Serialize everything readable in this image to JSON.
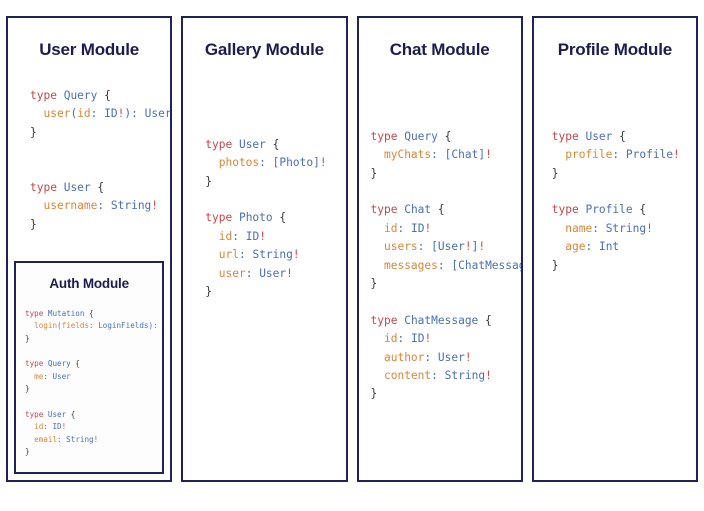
{
  "page": {
    "background": "#ffffff",
    "border_color": "#20225c",
    "title_color": "#1c1d4e"
  },
  "syntax_colors": {
    "keyword": "#c2484d",
    "type_name": "#4a6fb5",
    "field_name": "#d98639",
    "punctuation": "#4a6fb5",
    "brace": "#3b3b3b",
    "non_null_bang": "#d04a4a"
  },
  "modules": [
    {
      "id": "user-module",
      "title": "User Module",
      "code": "type Query {\n  user(id: ID!): User\n}\n\n\ntype User {\n  username: String!\n}",
      "lines": [
        "type Query {",
        "  user(id: ID!): User",
        "}",
        "",
        "",
        "type User {",
        "  username: String!",
        "}"
      ],
      "nested": {
        "id": "auth-module",
        "title": "Auth Module",
        "code": "type Mutation {\n  login(fields: LoginFields): User\n}\n\ntype Query {\n  me: User\n}\n\ntype User {\n  id: ID!\n  email: String!\n}",
        "lines": [
          "type Mutation {",
          "  login(fields: LoginFields): User",
          "}",
          "",
          "type Query {",
          "  me: User",
          "}",
          "",
          "type User {",
          "  id: ID!",
          "  email: String!",
          "}"
        ]
      }
    },
    {
      "id": "gallery-module",
      "title": "Gallery Module",
      "code": "type User {\n  photos: [Photo]!\n}\n\ntype Photo {\n  id: ID!\n  url: String!\n  user: User!\n}",
      "lines": [
        "type User {",
        "  photos: [Photo]!",
        "}",
        "",
        "type Photo {",
        "  id: ID!",
        "  url: String!",
        "  user: User!",
        "}"
      ],
      "nested": null
    },
    {
      "id": "chat-module",
      "title": "Chat Module",
      "code": "type Query {\n  myChats: [Chat]!\n}\n\ntype Chat {\n  id: ID!\n  users: [User!]!\n  messages: [ChatMessage]!\n}\n\ntype ChatMessage {\n  id: ID!\n  author: User!\n  content: String!\n}",
      "lines": [
        "type Query {",
        "  myChats: [Chat]!",
        "}",
        "",
        "type Chat {",
        "  id: ID!",
        "  users: [User!]!",
        "  messages: [ChatMessage]!",
        "}",
        "",
        "type ChatMessage {",
        "  id: ID!",
        "  author: User!",
        "  content: String!",
        "}"
      ],
      "nested": null
    },
    {
      "id": "profile-module",
      "title": "Profile Module",
      "code": "type User {\n  profile: Profile!\n}\n\ntype Profile {\n  name: String!\n  age: Int\n}",
      "lines": [
        "type User {",
        "  profile: Profile!",
        "}",
        "",
        "type Profile {",
        "  name: String!",
        "  age: Int",
        "}"
      ],
      "nested": null
    }
  ]
}
